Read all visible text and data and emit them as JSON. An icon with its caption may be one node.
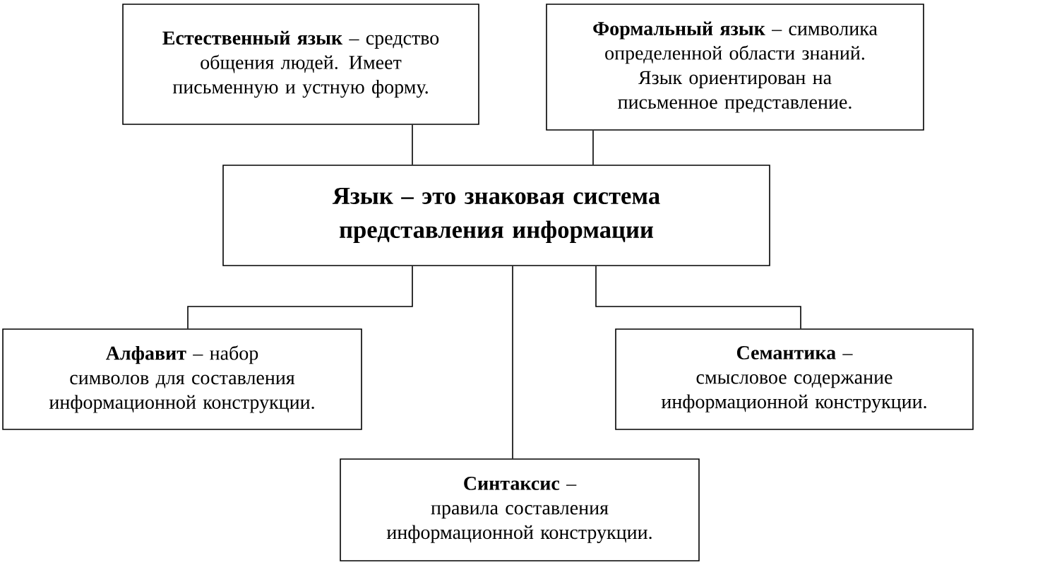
{
  "diagram": {
    "nodes": [
      {
        "text": [
          "**Естественный язык** – средство общения людей. Имеет письменную и устную форму."
        ]
      },
      {
        "text": [
          "**Формальный язык** – символика определенной области знаний. Язык ориентирован на письменное представление."
        ]
      },
      {
        "text": [
          "Язык – это знаковая система представления информации"
        ]
      },
      {
        "text": [
          "**Алфавит** – набор символов для составления информационной конструкции."
        ]
      },
      {
        "text": [
          "**Семантика** – смысловое содержание информационной конструкции."
        ]
      },
      {
        "text": [
          "**Синтаксис** – правила составления информационной конструкции."
        ]
      }
    ],
    "edges": [
      {
        "from": 0,
        "to": 2,
        "arrow": "none"
      },
      {
        "from": 1,
        "to": 2,
        "arrow": "none"
      },
      {
        "from": 2,
        "to": 3,
        "arrow": "none"
      },
      {
        "from": 2,
        "to": 4,
        "arrow": "none"
      },
      {
        "from": 2,
        "to": 5,
        "arrow": "none"
      }
    ]
  }
}
